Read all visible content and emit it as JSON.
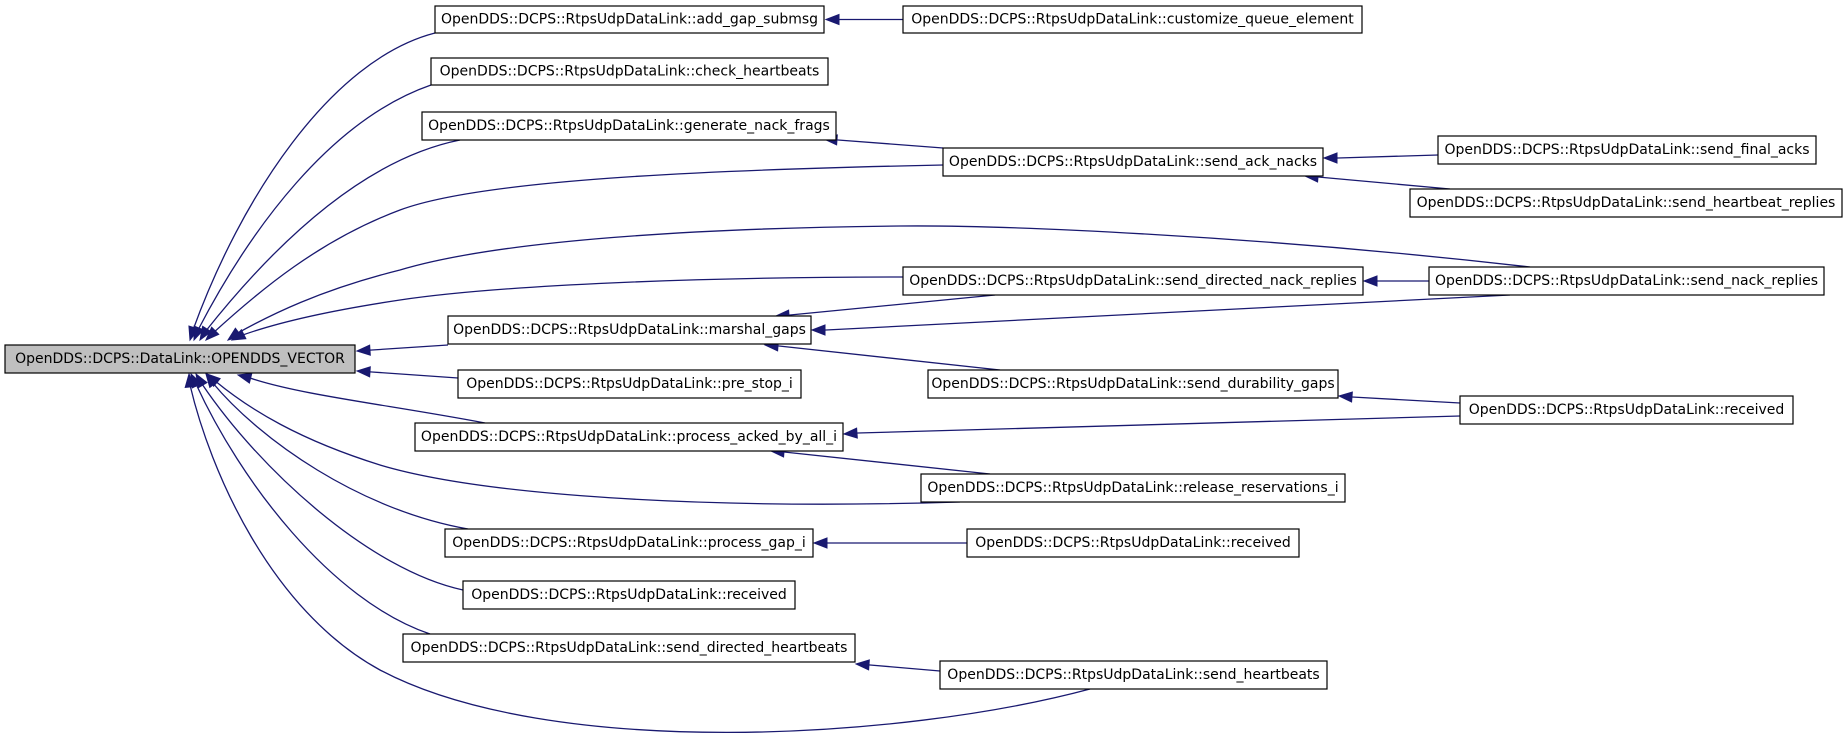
{
  "diagram": {
    "type": "caller-graph",
    "colors": {
      "edge": "#191970",
      "root_fill": "#bfbfbf",
      "node_fill": "#ffffff",
      "border": "#000000"
    },
    "nodes": [
      {
        "id": "root",
        "label": "OpenDDS::DCPS::DataLink::OPENDDS_VECTOR",
        "role": "root"
      },
      {
        "id": "add_gap_submsg",
        "label": "OpenDDS::DCPS::RtpsUdpDataLink::add_gap_submsg"
      },
      {
        "id": "customize_queue_element",
        "label": "OpenDDS::DCPS::RtpsUdpDataLink::customize_queue_element"
      },
      {
        "id": "check_heartbeats",
        "label": "OpenDDS::DCPS::RtpsUdpDataLink::check_heartbeats"
      },
      {
        "id": "generate_nack_frags",
        "label": "OpenDDS::DCPS::RtpsUdpDataLink::generate_nack_frags"
      },
      {
        "id": "send_ack_nacks",
        "label": "OpenDDS::DCPS::RtpsUdpDataLink::send_ack_nacks"
      },
      {
        "id": "send_final_acks",
        "label": "OpenDDS::DCPS::RtpsUdpDataLink::send_final_acks"
      },
      {
        "id": "send_heartbeat_replies",
        "label": "OpenDDS::DCPS::RtpsUdpDataLink::send_heartbeat_replies"
      },
      {
        "id": "send_directed_nack_replies",
        "label": "OpenDDS::DCPS::RtpsUdpDataLink::send_directed_nack_replies"
      },
      {
        "id": "send_nack_replies",
        "label": "OpenDDS::DCPS::RtpsUdpDataLink::send_nack_replies"
      },
      {
        "id": "marshal_gaps",
        "label": "OpenDDS::DCPS::RtpsUdpDataLink::marshal_gaps"
      },
      {
        "id": "pre_stop_i",
        "label": "OpenDDS::DCPS::RtpsUdpDataLink::pre_stop_i"
      },
      {
        "id": "send_durability_gaps",
        "label": "OpenDDS::DCPS::RtpsUdpDataLink::send_durability_gaps"
      },
      {
        "id": "received_1",
        "label": "OpenDDS::DCPS::RtpsUdpDataLink::received"
      },
      {
        "id": "process_acked_by_all_i",
        "label": "OpenDDS::DCPS::RtpsUdpDataLink::process_acked_by_all_i"
      },
      {
        "id": "release_reservations_i",
        "label": "OpenDDS::DCPS::RtpsUdpDataLink::release_reservations_i"
      },
      {
        "id": "process_gap_i",
        "label": "OpenDDS::DCPS::RtpsUdpDataLink::process_gap_i"
      },
      {
        "id": "received_2",
        "label": "OpenDDS::DCPS::RtpsUdpDataLink::received"
      },
      {
        "id": "received_3",
        "label": "OpenDDS::DCPS::RtpsUdpDataLink::received"
      },
      {
        "id": "send_directed_heartbeats",
        "label": "OpenDDS::DCPS::RtpsUdpDataLink::send_directed_heartbeats"
      },
      {
        "id": "send_heartbeats",
        "label": "OpenDDS::DCPS::RtpsUdpDataLink::send_heartbeats"
      }
    ],
    "edges": [
      {
        "from": "add_gap_submsg",
        "to": "root"
      },
      {
        "from": "customize_queue_element",
        "to": "add_gap_submsg"
      },
      {
        "from": "check_heartbeats",
        "to": "root"
      },
      {
        "from": "generate_nack_frags",
        "to": "root"
      },
      {
        "from": "send_ack_nacks",
        "to": "generate_nack_frags"
      },
      {
        "from": "send_ack_nacks",
        "to": "root"
      },
      {
        "from": "send_final_acks",
        "to": "send_ack_nacks"
      },
      {
        "from": "send_heartbeat_replies",
        "to": "send_ack_nacks"
      },
      {
        "from": "send_nack_replies",
        "to": "root"
      },
      {
        "from": "send_directed_nack_replies",
        "to": "root"
      },
      {
        "from": "send_nack_replies",
        "to": "send_directed_nack_replies"
      },
      {
        "from": "send_directed_nack_replies",
        "to": "marshal_gaps"
      },
      {
        "from": "send_nack_replies",
        "to": "marshal_gaps"
      },
      {
        "from": "marshal_gaps",
        "to": "root"
      },
      {
        "from": "send_durability_gaps",
        "to": "marshal_gaps"
      },
      {
        "from": "received_1",
        "to": "send_durability_gaps"
      },
      {
        "from": "pre_stop_i",
        "to": "root"
      },
      {
        "from": "process_acked_by_all_i",
        "to": "root"
      },
      {
        "from": "received_1",
        "to": "process_acked_by_all_i"
      },
      {
        "from": "release_reservations_i",
        "to": "process_acked_by_all_i"
      },
      {
        "from": "release_reservations_i",
        "to": "root"
      },
      {
        "from": "process_gap_i",
        "to": "root"
      },
      {
        "from": "received_2",
        "to": "process_gap_i"
      },
      {
        "from": "received_3",
        "to": "root"
      },
      {
        "from": "send_directed_heartbeats",
        "to": "root"
      },
      {
        "from": "send_heartbeats",
        "to": "send_directed_heartbeats"
      },
      {
        "from": "send_heartbeats",
        "to": "root"
      }
    ]
  }
}
